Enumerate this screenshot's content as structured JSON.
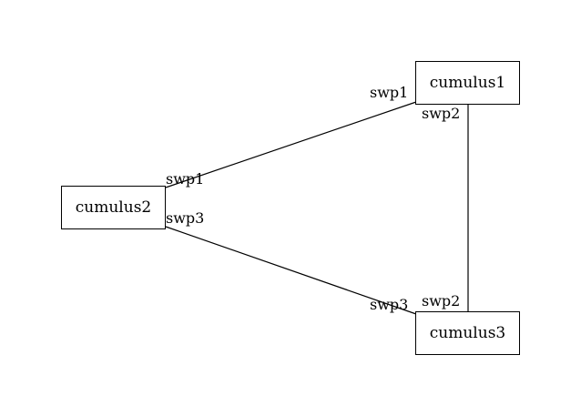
{
  "nodes": [
    {
      "id": "cumulus1",
      "label": "cumulus1"
    },
    {
      "id": "cumulus2",
      "label": "cumulus2"
    },
    {
      "id": "cumulus3",
      "label": "cumulus3"
    }
  ],
  "edges": [
    {
      "from": "cumulus2",
      "from_port": "swp1",
      "to": "cumulus1",
      "to_port": "swp1"
    },
    {
      "from": "cumulus2",
      "from_port": "swp3",
      "to": "cumulus3",
      "to_port": "swp3"
    },
    {
      "from": "cumulus1",
      "from_port": "swp2",
      "to": "cumulus3",
      "to_port": "swp2"
    }
  ]
}
